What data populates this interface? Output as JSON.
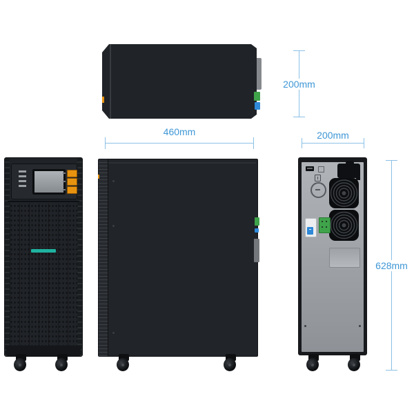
{
  "diagram": {
    "labels": {
      "top_width": "460mm",
      "top_depth": "200mm",
      "rear_width": "200mm",
      "height": "628mm"
    }
  },
  "colors": {
    "dimension-line": "#8cc0e6",
    "dimension-text": "#3f97d6",
    "body-dark": "#1f2226",
    "rear-panel-light": "#b0b4b8",
    "rear-panel-dark": "#8e9297",
    "button-orange": "#e8930f",
    "connector-green": "#3fa34a",
    "connector-blue": "#2f89d8",
    "brand-teal": "#1fc3ae",
    "lcd-light": "#aeb3b8",
    "lcd-dark": "#868b90"
  }
}
